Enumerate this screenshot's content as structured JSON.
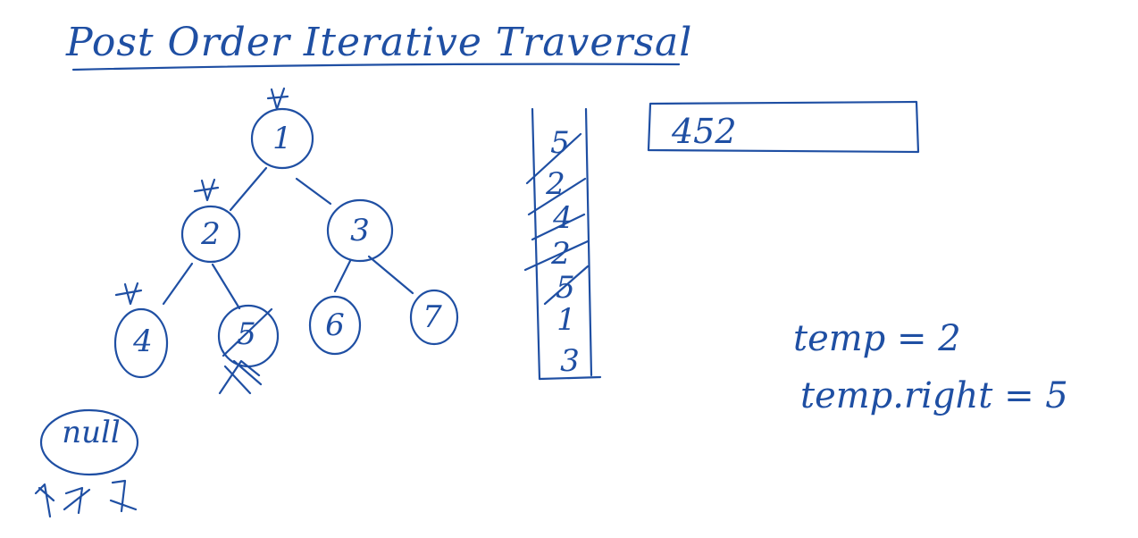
{
  "colors": {
    "ink": "#1f4fa3",
    "background": "#ffffff"
  },
  "title": "Post Order Iterative Traversal",
  "tree": {
    "nodes": [
      {
        "label": "1",
        "visited_tick": true,
        "crossed": false
      },
      {
        "label": "2",
        "visited_tick": true,
        "crossed": false
      },
      {
        "label": "3",
        "visited_tick": false,
        "crossed": false
      },
      {
        "label": "4",
        "visited_tick": true,
        "crossed": false
      },
      {
        "label": "5",
        "visited_tick": false,
        "crossed": true
      },
      {
        "label": "6",
        "visited_tick": false,
        "crossed": false
      },
      {
        "label": "7",
        "visited_tick": false,
        "crossed": false
      }
    ],
    "edges": [
      [
        "1",
        "2"
      ],
      [
        "1",
        "3"
      ],
      [
        "2",
        "4"
      ],
      [
        "2",
        "5"
      ],
      [
        "3",
        "6"
      ],
      [
        "3",
        "7"
      ]
    ]
  },
  "null_node": {
    "label": "null"
  },
  "stack": {
    "items": [
      {
        "label": "5",
        "crossed": true
      },
      {
        "label": "2",
        "crossed": true
      },
      {
        "label": "4",
        "crossed": true
      },
      {
        "label": "2",
        "crossed": true
      },
      {
        "label": "5",
        "crossed": true
      },
      {
        "label": "1",
        "crossed": false
      },
      {
        "label": "3",
        "crossed": false
      }
    ]
  },
  "output": {
    "value": "452"
  },
  "variables": {
    "temp_line": "temp = 2",
    "temp_right_line": "temp.right = 5"
  }
}
